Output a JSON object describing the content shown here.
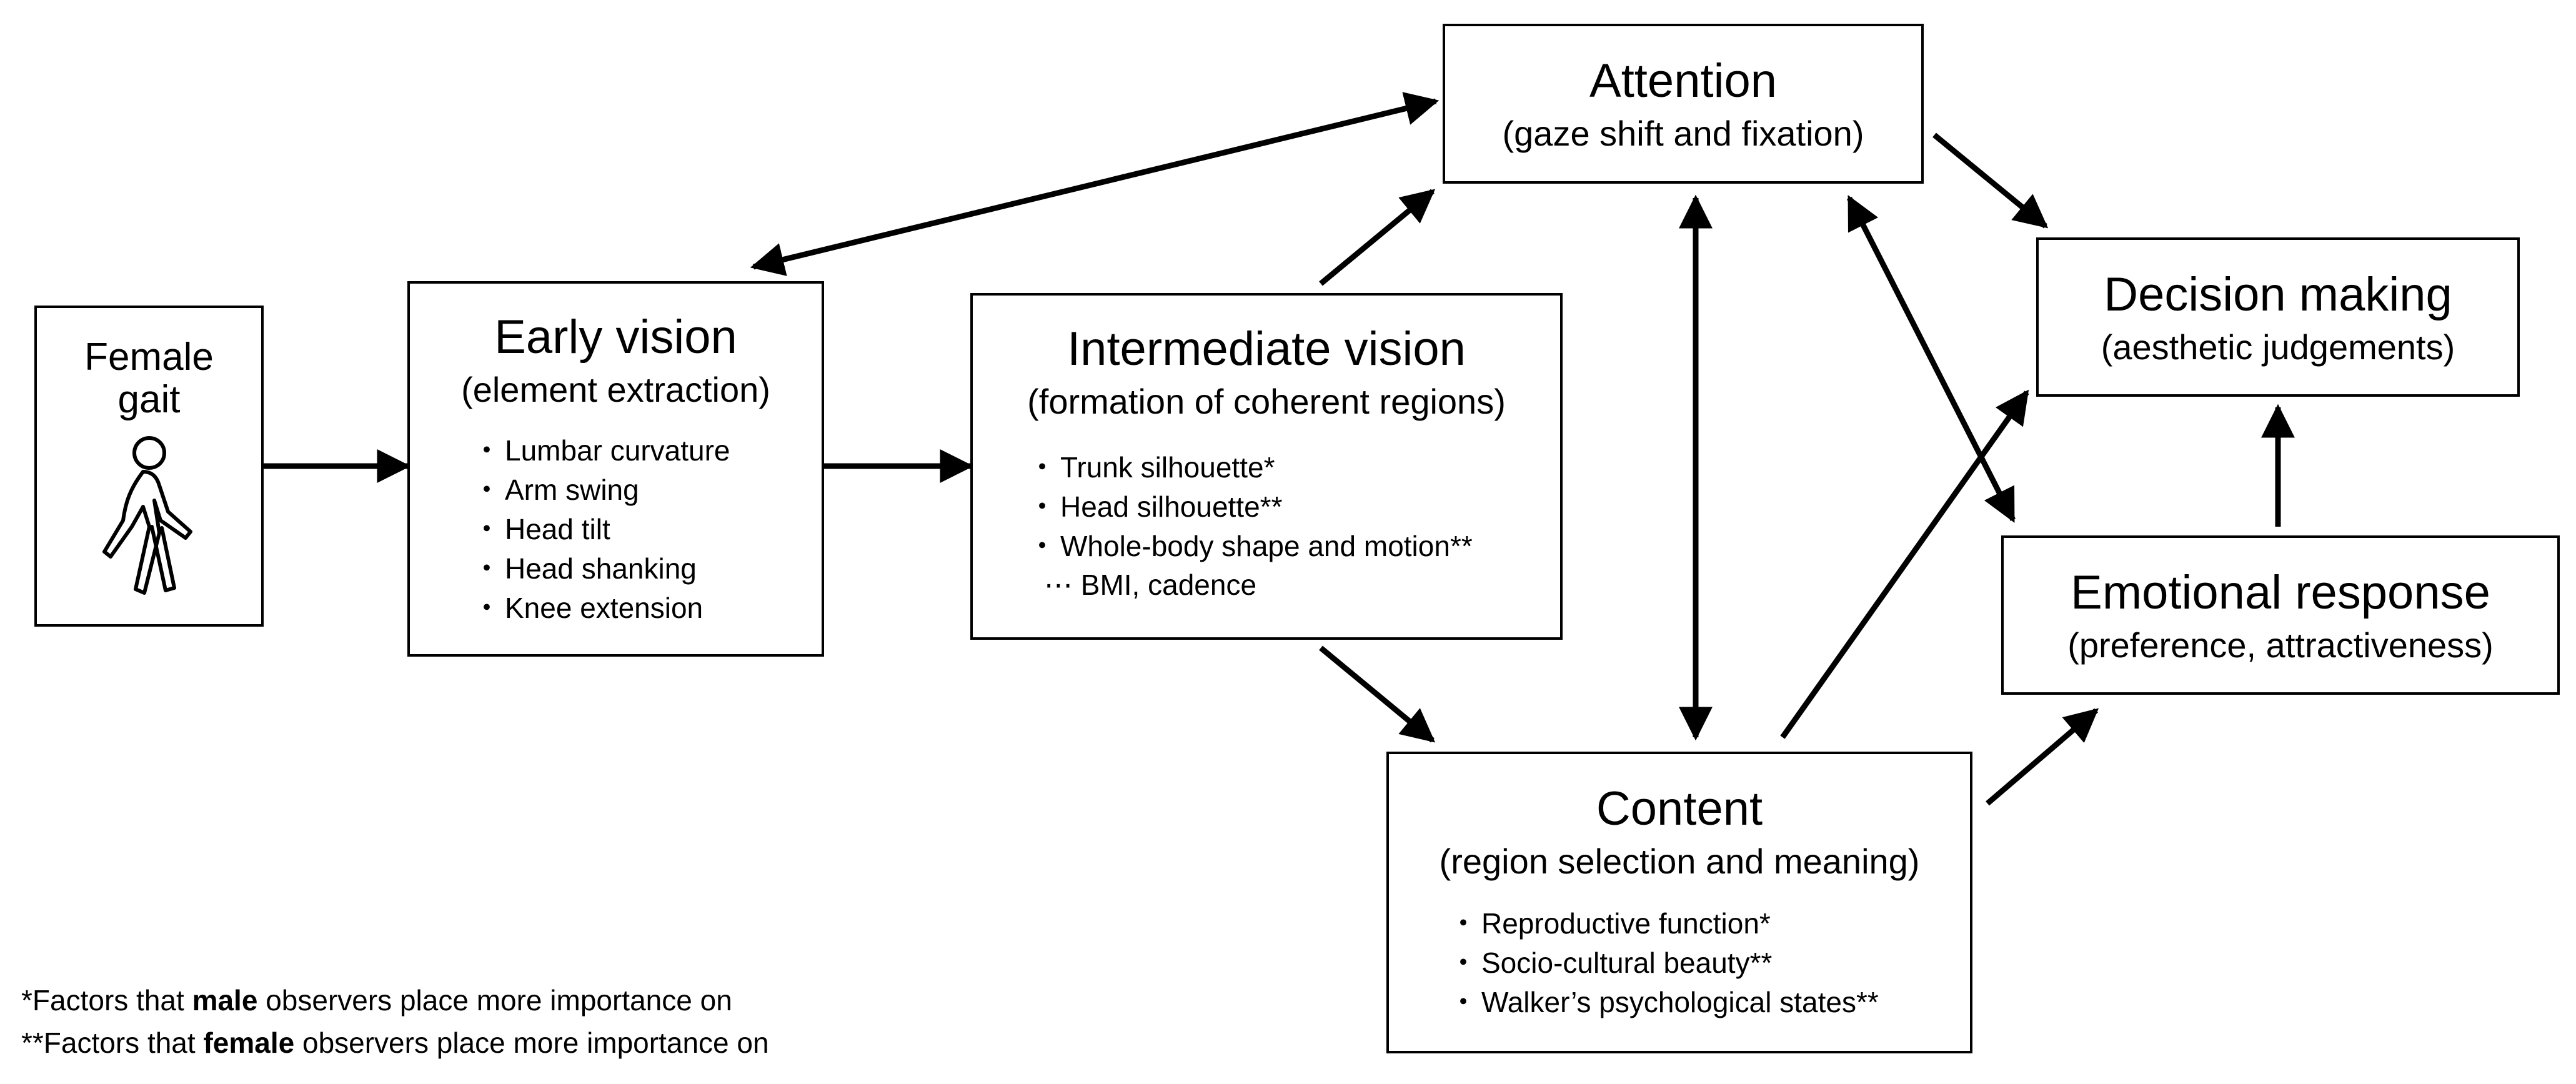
{
  "female_gait": {
    "title_line1": "Female",
    "title_line2": "gait",
    "icon": "walking-person-icon"
  },
  "early_vision": {
    "title": "Early vision",
    "subtitle": "(element extraction)",
    "items": [
      "Lumbar curvature",
      "Arm swing",
      "Head tilt",
      "Head shanking",
      "Knee extension"
    ]
  },
  "intermediate_vision": {
    "title": "Intermediate vision",
    "subtitle": "(formation of coherent regions)",
    "items": [
      "Trunk silhouette*",
      "Head silhouette**",
      "Whole-body shape and motion**"
    ],
    "sub_item": "⋯ BMI, cadence"
  },
  "attention": {
    "title": "Attention",
    "subtitle": "(gaze shift and fixation)"
  },
  "content": {
    "title": "Content",
    "subtitle": "(region selection and meaning)",
    "items": [
      "Reproductive function*",
      "Socio-cultural beauty**",
      "Walker’s psychological states**"
    ]
  },
  "decision_making": {
    "title": "Decision making",
    "subtitle": "(aesthetic judgements)"
  },
  "emotional_response": {
    "title": "Emotional response",
    "subtitle": "(preference, attractiveness)"
  },
  "footnotes": {
    "note1_prefix": "*Factors that ",
    "note1_bold": "male",
    "note1_suffix": " observers place more importance on",
    "note2_prefix": "**Factors that ",
    "note2_bold": "female",
    "note2_suffix": " observers place more importance on"
  }
}
